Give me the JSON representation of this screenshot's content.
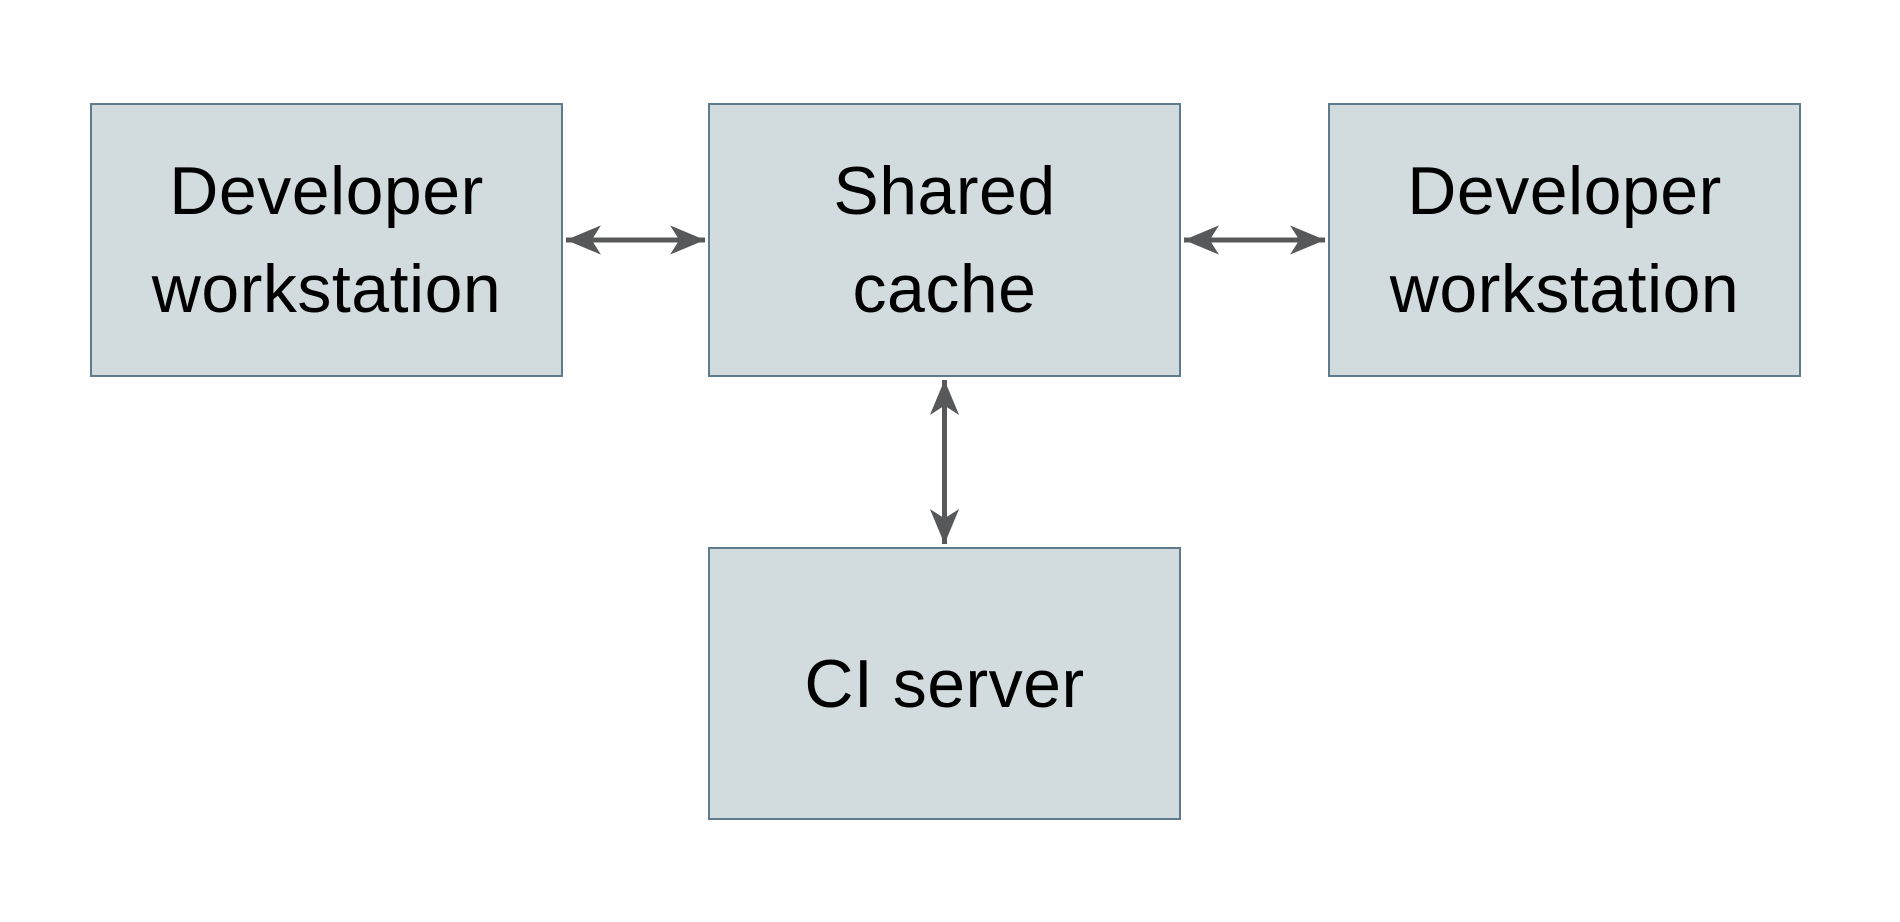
{
  "diagram": {
    "colors": {
      "background": "#ffffff",
      "node_fill": "#d2dbde",
      "node_border": "#5f7c8c",
      "arrow": "#57585a",
      "text": "#000000"
    },
    "nodes": [
      {
        "id": "developer-workstation-left",
        "label": "Developer workstation",
        "lines": [
          "Developer",
          "workstation"
        ]
      },
      {
        "id": "shared-cache",
        "label": "Shared cache",
        "lines": [
          "Shared",
          "cache"
        ]
      },
      {
        "id": "developer-workstation-right",
        "label": "Developer workstation",
        "lines": [
          "Developer",
          "workstation"
        ]
      },
      {
        "id": "ci-server",
        "label": "CI server",
        "lines": [
          "CI server"
        ]
      }
    ],
    "edges": [
      {
        "from": "developer-workstation-left",
        "to": "shared-cache",
        "type": "bidirectional"
      },
      {
        "from": "shared-cache",
        "to": "developer-workstation-right",
        "type": "bidirectional"
      },
      {
        "from": "shared-cache",
        "to": "ci-server",
        "type": "bidirectional"
      }
    ]
  }
}
